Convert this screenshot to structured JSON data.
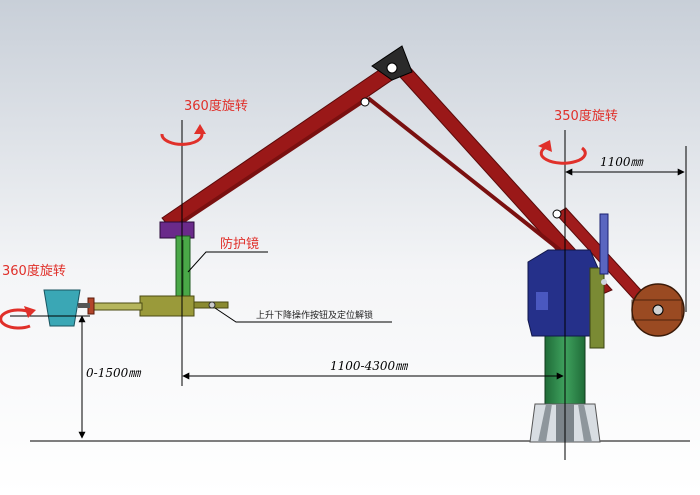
{
  "labels": {
    "rotation_center": "360度旋转",
    "rotation_left": "360度旋转",
    "rotation_right": "350度旋转",
    "protective_mirror": "防护镜",
    "control_buttons": "上升下降操作按钮及定位解锁",
    "reach_range": "1100-4300㎜",
    "height_range": "0-1500㎜",
    "base_offset": "1100㎜"
  },
  "colors": {
    "arm": "#9a1818",
    "arm_dark": "#6a0e0e",
    "column": "#2e8a4a",
    "housing": "#25308a",
    "mast": "#4aa848",
    "tool_body": "#9a9a3a",
    "ladle": "#3aa7b5",
    "rotation_arrow": "#e0302a"
  }
}
